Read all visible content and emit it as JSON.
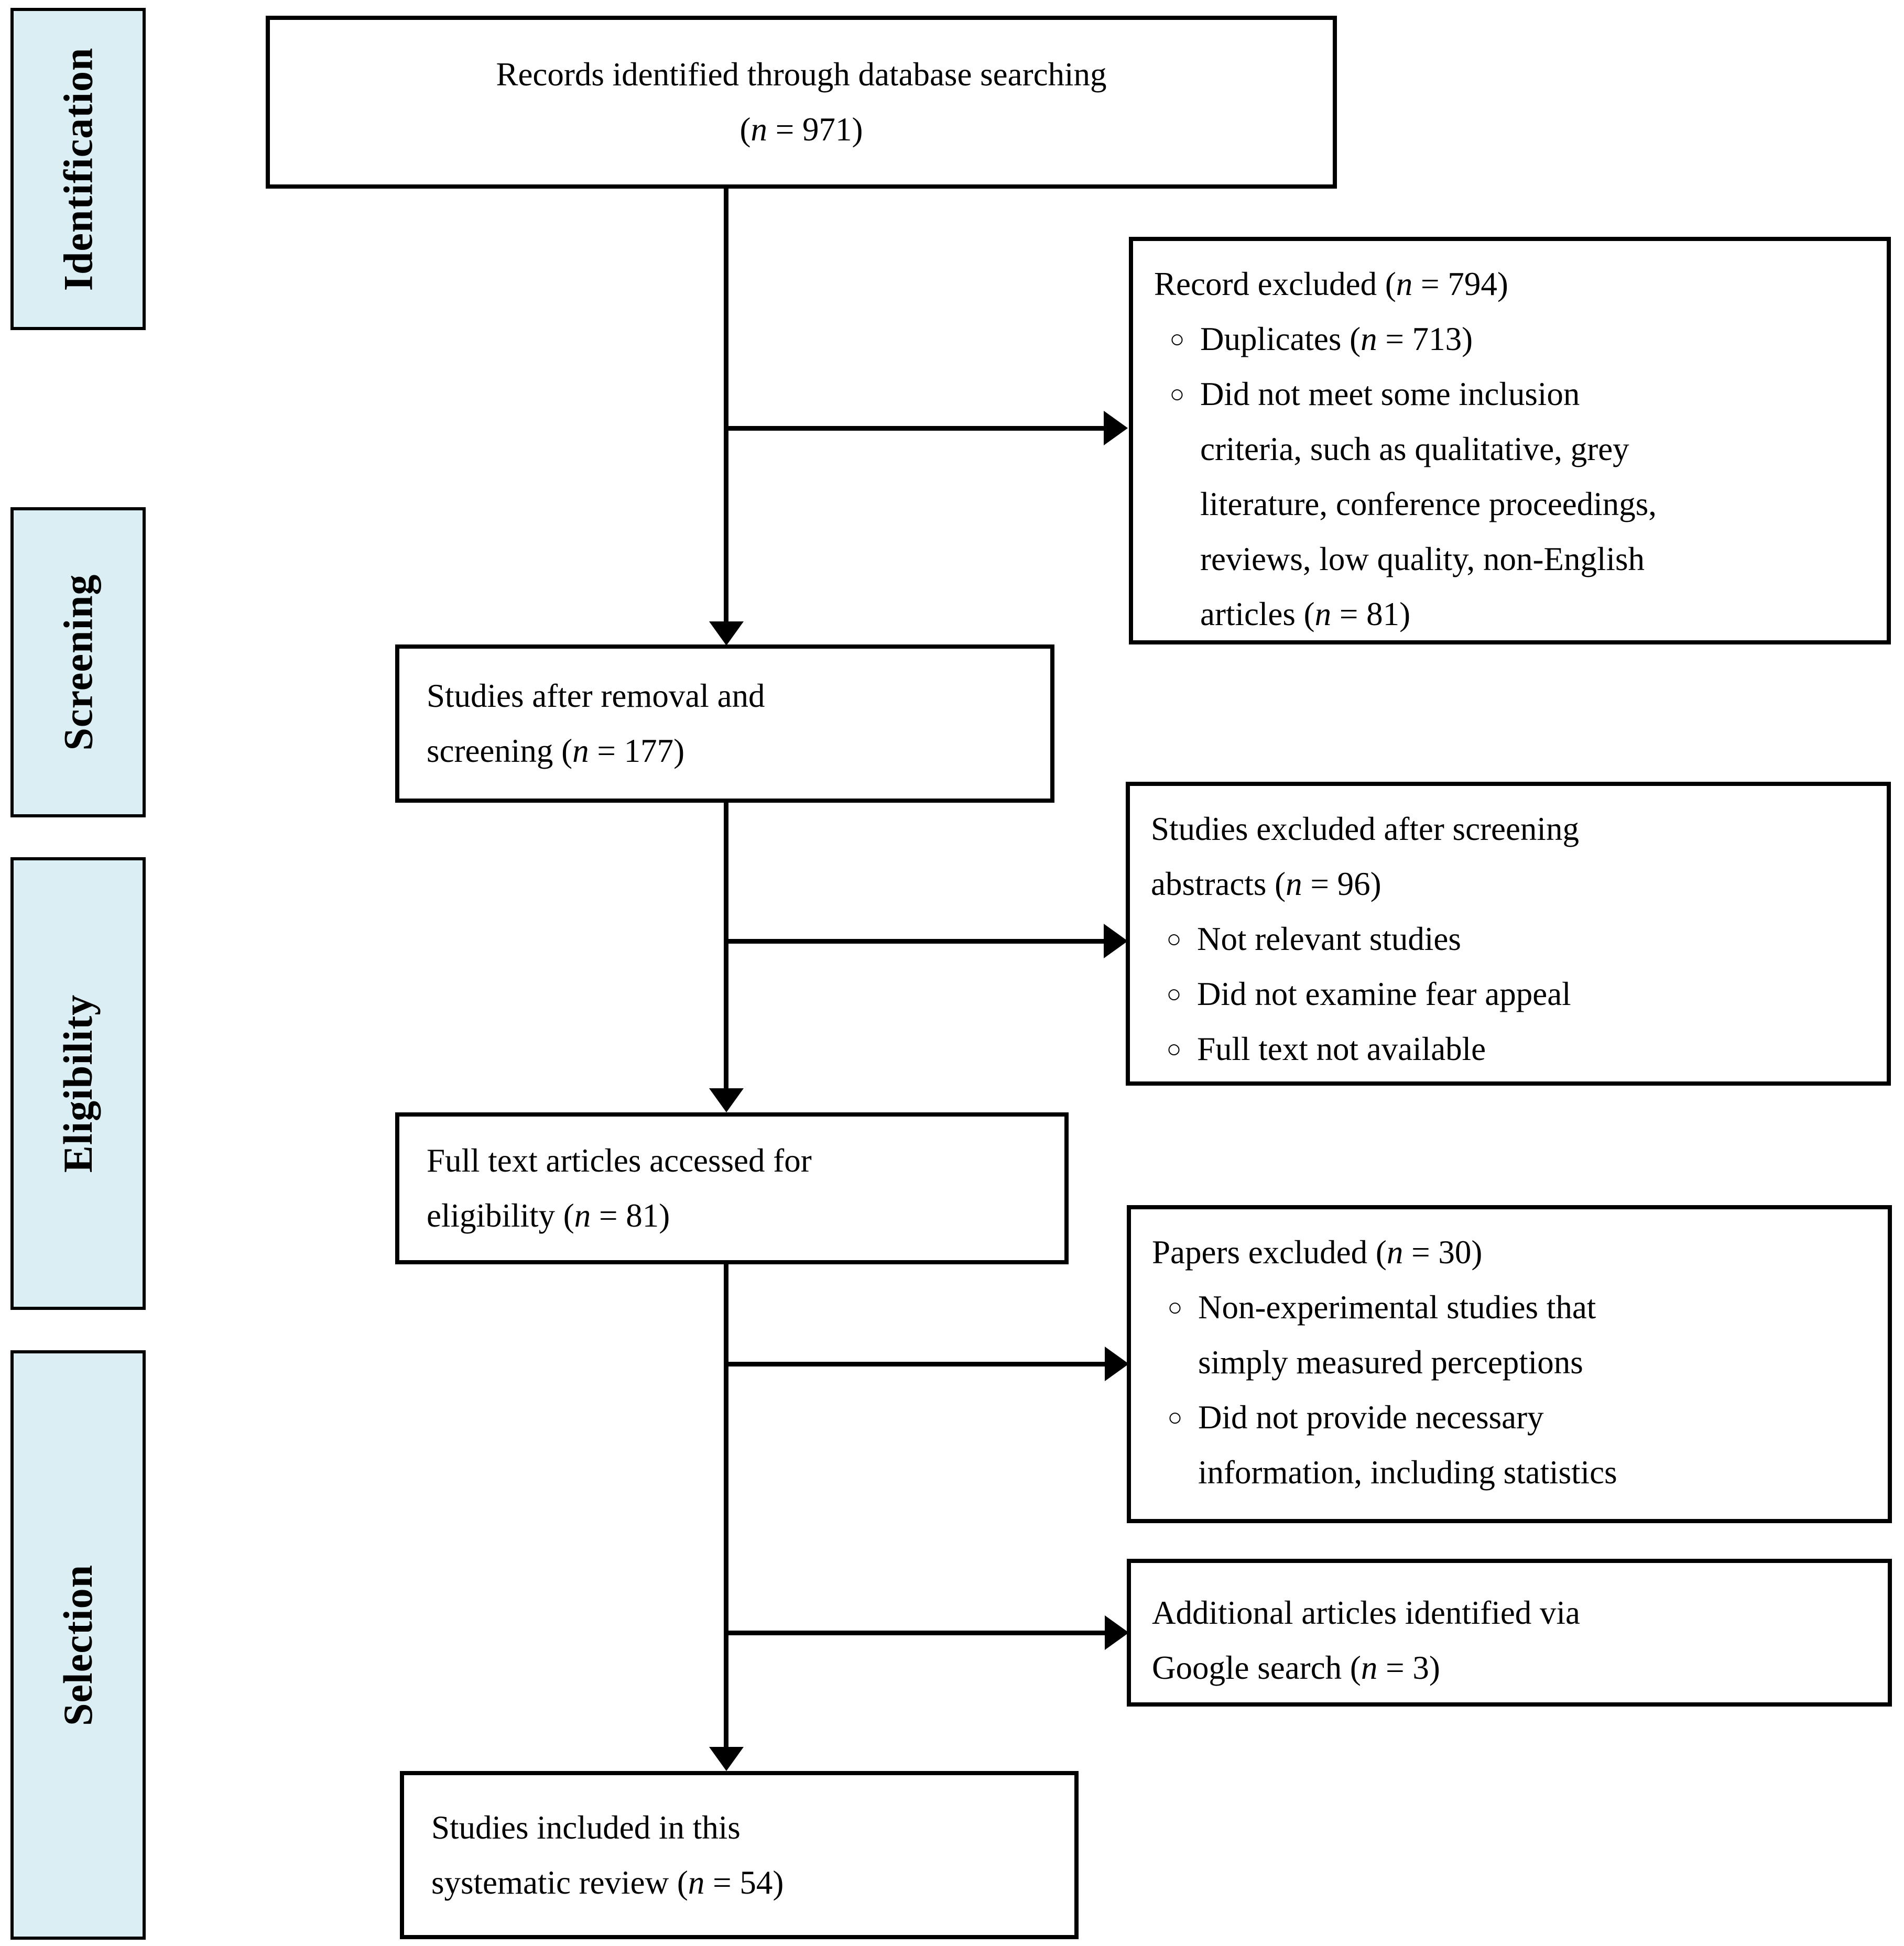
{
  "diagram": {
    "stages": [
      {
        "label": "Identification"
      },
      {
        "label": "Screening"
      },
      {
        "label": "Eligibility"
      },
      {
        "label": "Selection"
      }
    ],
    "main_boxes": [
      {
        "lines": [
          "Records identified through database searching",
          "(n = 971)"
        ]
      },
      {
        "lines": [
          "Studies after removal and",
          "screening (n = 177)"
        ]
      },
      {
        "lines": [
          "Full text articles accessed for",
          "eligibility (n = 81)"
        ]
      },
      {
        "lines": [
          "Studies included in this",
          "systematic review (n = 54)"
        ]
      }
    ],
    "side_boxes": [
      {
        "title_lines": [
          "Record excluded (n = 794)"
        ],
        "bullets": [
          [
            "Duplicates (n = 713)"
          ],
          [
            "Did not meet some inclusion",
            "criteria, such as qualitative, grey",
            "literature, conference proceedings,",
            "reviews, low quality, non-English",
            "articles (n = 81)"
          ]
        ]
      },
      {
        "title_lines": [
          "Studies excluded after screening",
          "abstracts (n = 96)"
        ],
        "bullets": [
          [
            "Not relevant studies"
          ],
          [
            "Did not examine fear appeal"
          ],
          [
            "Full text not available"
          ]
        ]
      },
      {
        "title_lines": [
          "Papers excluded (n = 30)"
        ],
        "bullets": [
          [
            "Non-experimental studies that",
            "simply measured perceptions"
          ],
          [
            "Did not provide necessary",
            "information, including statistics"
          ]
        ]
      },
      {
        "title_lines": [
          "Additional articles identified via",
          "Google search (n = 3)"
        ],
        "bullets": []
      }
    ],
    "bullet_glyph": "○",
    "colors": {
      "stage_fill": "#DAEEF3",
      "border": "#000000",
      "text": "#000000",
      "background": "#FFFFFF"
    }
  }
}
